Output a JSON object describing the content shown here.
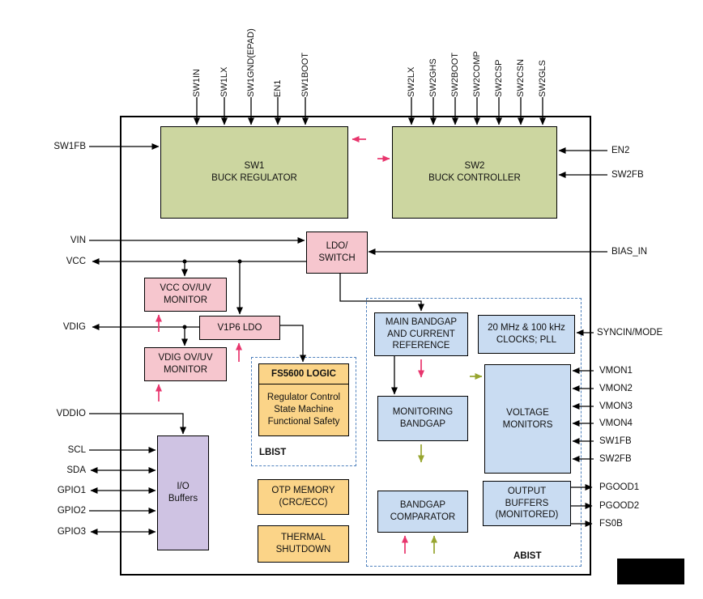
{
  "pins": {
    "top_left": [
      "SW1IN",
      "SW1LX",
      "SW1GND(EPAD)",
      "EN1",
      "SW1BOOT"
    ],
    "top_right": [
      "SW2LX",
      "SW2GHS",
      "SW2BOOT",
      "SW2COMP",
      "SW2CSP",
      "SW2CSN",
      "SW2GLS"
    ],
    "left": [
      "SW1FB",
      "VIN",
      "VCC",
      "VDIG",
      "VDDIO",
      "SCL",
      "SDA",
      "GPIO1",
      "GPIO2",
      "GPIO3"
    ],
    "right": [
      "EN2",
      "SW2FB",
      "BIAS_IN",
      "SYNCIN/MODE",
      "VMON1",
      "VMON2",
      "VMON3",
      "VMON4",
      "SW1FB",
      "SW2FB",
      "PGOOD1",
      "PGOOD2",
      "FS0B"
    ]
  },
  "blocks": {
    "sw1": "SW1\nBUCK REGULATOR",
    "sw2": "SW2\nBUCK CONTROLLER",
    "ldo_switch": "LDO/\nSWITCH",
    "vcc_monitor": "VCC OV/UV\nMONITOR",
    "v1p6_ldo": "V1P6 LDO",
    "vdig_monitor": "VDIG OV/UV\nMONITOR",
    "logic_title": "FS5600 LOGIC",
    "logic_body": "Regulator Control\nState Machine\nFunctional Safety",
    "lbist": "LBIST",
    "io_buffers": "I/O\nBuffers",
    "otp": "OTP MEMORY\n(CRC/ECC)",
    "thermal": "THERMAL\nSHUTDOWN",
    "main_bandgap": "MAIN BANDGAP\nAND CURRENT\nREFERENCE",
    "clocks": "20 MHz & 100 kHz\nCLOCKS; PLL",
    "monitoring_bandgap": "MONITORING\nBANDGAP",
    "voltage_monitors": "VOLTAGE\nMONITORS",
    "bandgap_comparator": "BANDGAP\nCOMPARATOR",
    "output_buffers": "OUTPUT\nBUFFERS\n(MONITORED)",
    "abist": "ABIST"
  },
  "colors": {
    "regulator_green": "#ccd6a0",
    "analog_pink": "#f6c6ce",
    "logic_orange": "#fbd488",
    "monitor_blue": "#c9dcf2",
    "io_purple": "#cfc3e3",
    "arrow_pink": "#e8356d",
    "arrow_green": "#97a52f",
    "dashed_blue": "#4f81bd",
    "line_black": "#000000"
  }
}
